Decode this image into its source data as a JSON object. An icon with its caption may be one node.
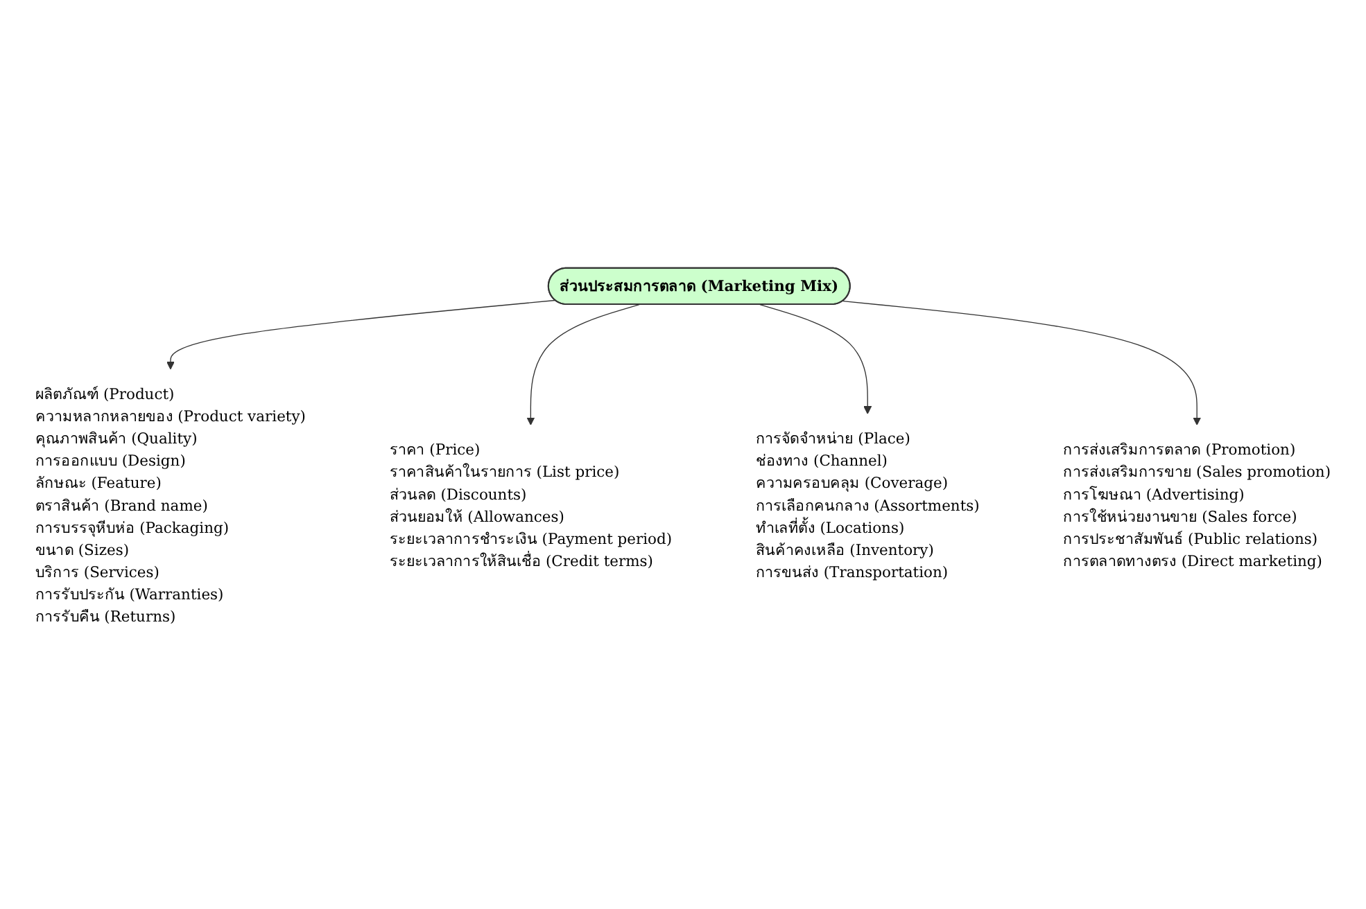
{
  "diagram": {
    "nodes": [
      {
        "text": [
          "ส่วนประสมการตลาด (Marketing Mix)"
        ]
      },
      {
        "text": [
          "ผลิตภัณฑ์ (Product)",
          "ความหลากหลายของ (Product variety)",
          "คุณภาพสินค้า (Quality)",
          "การออกแบบ (Design)",
          "ลักษณะ (Feature)",
          "ตราสินค้า (Brand name)",
          "การบรรจุหีบห่อ (Packaging)",
          "ขนาด (Sizes)",
          "บริการ (Services)",
          "การรับประกัน (Warranties)",
          "การรับคืน (Returns)"
        ]
      },
      {
        "text": [
          "การส่งเสริมการตลาด (Promotion)",
          "การส่งเสริมการขาย (Sales promotion)",
          "การโฆษณา (Advertising)",
          "การใช้หน่วยงานขาย (Sales force)",
          "การประชาสัมพันธ์ (Public relations)",
          "การตลาดทางตรง (Direct marketing)"
        ]
      },
      {
        "text": [
          "ราคา (Price)",
          "ราคาสินค้าในรายการ (List price)",
          "ส่วนลด (Discounts)",
          "ส่วนยอมให้ (Allowances)",
          "ระยะเวลาการชำระเงิน (Payment period)",
          "ระยะเวลาการให้สินเชื่อ (Credit terms)"
        ]
      },
      {
        "text": [
          "การจัดจำหน่าย (Place)",
          "ช่องทาง (Channel)",
          "ความครอบคลุม (Coverage)",
          "การเลือกคนกลาง (Assortments)",
          "ทำเลที่ตั้ง (Locations)",
          "สินค้าคงเหลือ (Inventory)",
          "การขนส่ง (Transportation)"
        ]
      }
    ],
    "edges": [
      {
        "from": 0,
        "to": 1,
        "arrow": "to"
      },
      {
        "from": 0,
        "to": 3,
        "arrow": "to"
      },
      {
        "from": 0,
        "to": 4,
        "arrow": "to"
      },
      {
        "from": 0,
        "to": 2,
        "arrow": "to"
      }
    ]
  }
}
